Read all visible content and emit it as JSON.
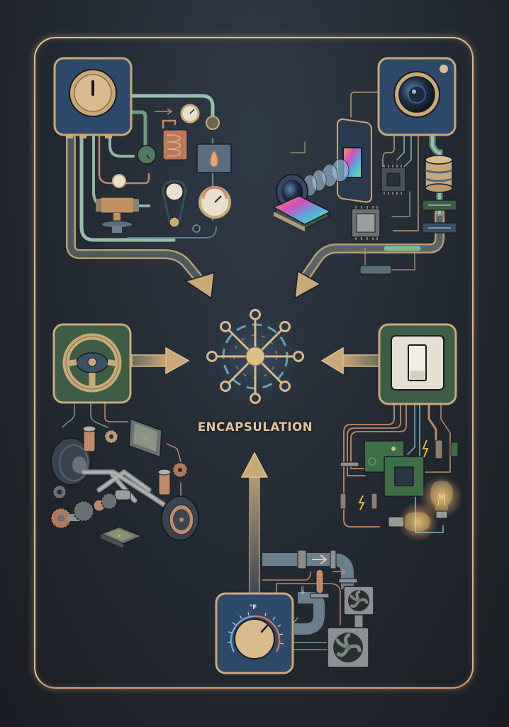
{
  "title": "ENCAPSULATION",
  "colors": {
    "background_top": "#2f3a47",
    "background_bottom": "#1a1c22",
    "frame": "#e2c08e",
    "gold": "#c9a978",
    "panel_blue": "#2e4a6b",
    "panel_green": "#3d5e45",
    "pipe_mint": "#a8d8c0",
    "copper": "#c08a6a",
    "cyan": "#6fb6cc"
  },
  "center_icon": {
    "name": "network-hub-icon",
    "nodes": 8
  },
  "modules": [
    {
      "id": "power-control",
      "icon": "power-knob-icon",
      "position": "top-left",
      "arrow": "down-right",
      "components": [
        "pressure-gauge",
        "heat-exchanger-coil",
        "burner-box",
        "valve",
        "belt-drive",
        "pump"
      ]
    },
    {
      "id": "camera",
      "icon": "camera-icon",
      "position": "top-right",
      "arrow": "down-left",
      "components": [
        "smartphone",
        "lens-assembly",
        "image-sensor",
        "processor-chip",
        "database",
        "data-bars"
      ]
    },
    {
      "id": "steering",
      "icon": "steering-wheel-icon",
      "position": "middle-left",
      "arrow": "right",
      "components": [
        "wheel",
        "suspension-spring",
        "gear",
        "ecu-module",
        "axle",
        "control-chip"
      ]
    },
    {
      "id": "light-switch",
      "icon": "light-switch-icon",
      "position": "middle-right",
      "arrow": "left",
      "components": [
        "circuit-board",
        "microchip",
        "fuse",
        "light-bulb",
        "wiring"
      ]
    },
    {
      "id": "thermostat",
      "icon": "thermostat-dial-icon",
      "position": "bottom-center",
      "arrow": "up",
      "unit_label": "°F",
      "components": [
        "pipe",
        "heat-flow",
        "cooling-fan",
        "thermometer"
      ]
    }
  ]
}
